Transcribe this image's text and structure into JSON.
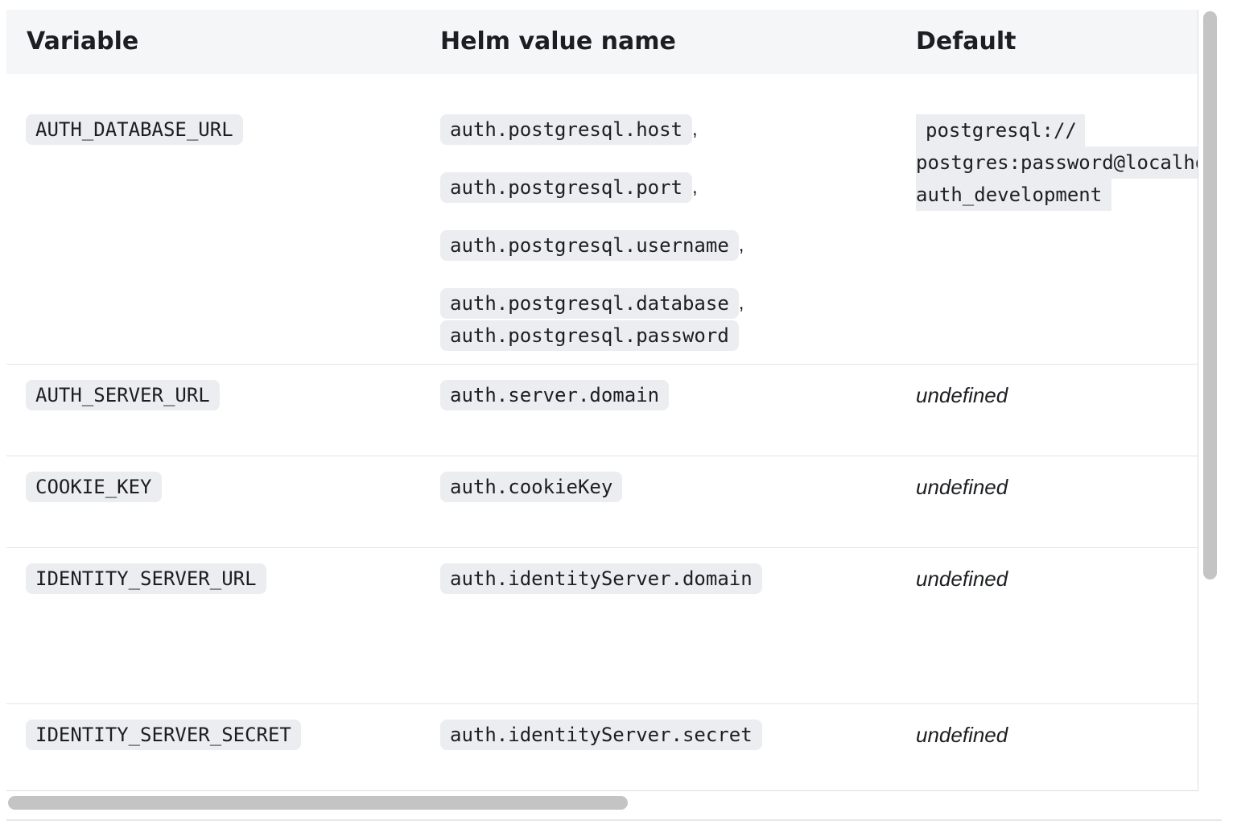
{
  "table": {
    "headers": {
      "variable": "Variable",
      "helm": "Helm value name",
      "default": "Default"
    },
    "rows": [
      {
        "variable": "AUTH_DATABASE_URL",
        "helm": [
          "auth.postgresql.host",
          "auth.postgresql.port",
          "auth.postgresql.username",
          "auth.postgresql.database",
          "auth.postgresql.password"
        ],
        "separator": ",",
        "default_lines": [
          "postgresql://",
          "postgres:password@localhost",
          "auth_development"
        ]
      },
      {
        "variable": "AUTH_SERVER_URL",
        "helm": "auth.server.domain",
        "default": "undefined"
      },
      {
        "variable": "COOKIE_KEY",
        "helm": "auth.cookieKey",
        "default": "undefined"
      },
      {
        "variable": "IDENTITY_SERVER_URL",
        "helm": "auth.identityServer.domain",
        "default": "undefined"
      },
      {
        "variable": "IDENTITY_SERVER_SECRET",
        "helm": "auth.identityServer.secret",
        "default": "undefined"
      }
    ]
  },
  "scrollbars": {
    "thumb_color": "#c4c4c4"
  },
  "colors": {
    "header_bg": "#f5f6f7",
    "code_bg": "#ebedf0",
    "border": "#e3e4e7"
  }
}
